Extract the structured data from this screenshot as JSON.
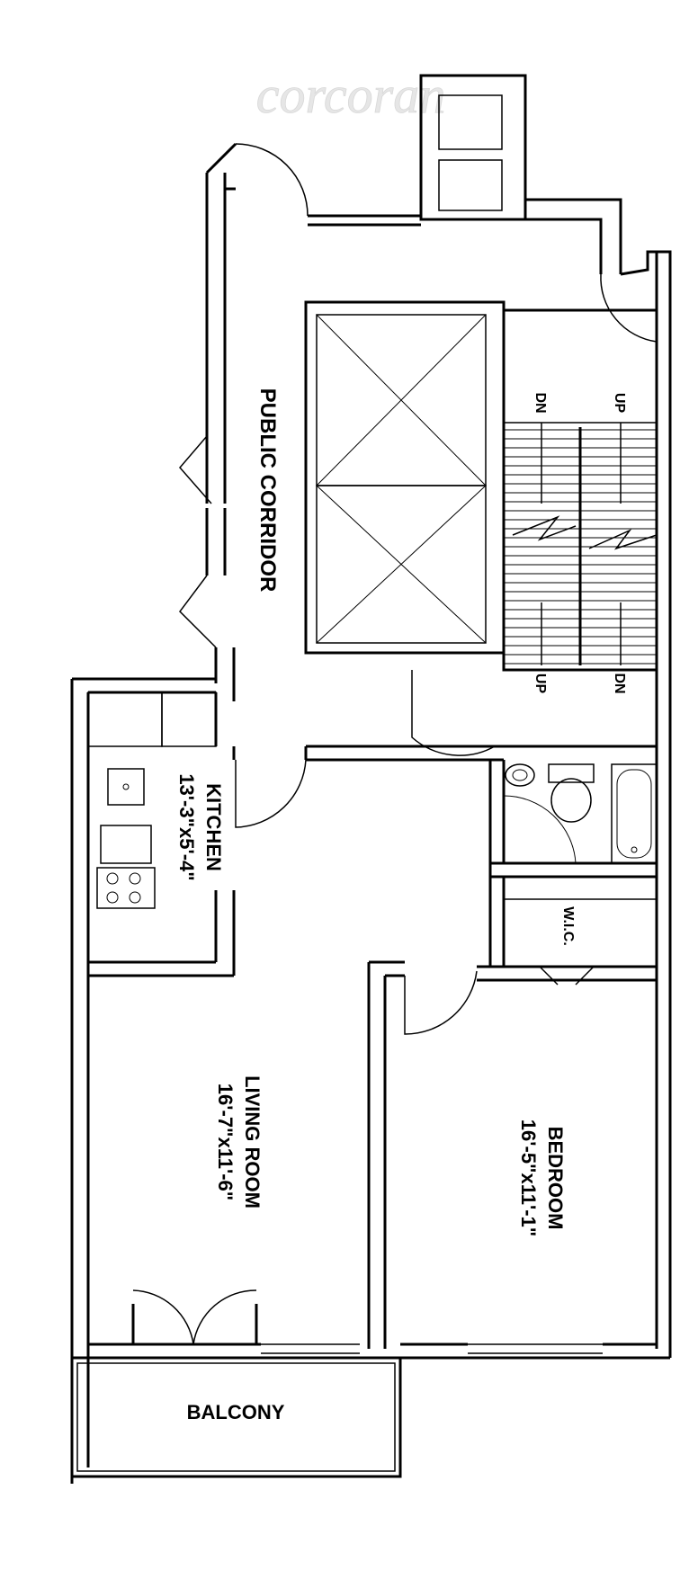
{
  "watermark": {
    "text": "corcoran"
  },
  "rooms": {
    "public_corridor": {
      "name": "PUBLIC CORRIDOR"
    },
    "kitchen": {
      "name": "KITCHEN",
      "size": "13'-3\"x5'-4\""
    },
    "living_room": {
      "name": "LIVING ROOM",
      "size": "16'-7\"x11'-6\""
    },
    "bedroom": {
      "name": "BEDROOM",
      "size": "16'-5\"x11'-1\""
    },
    "wic": {
      "name": "W.I.C."
    },
    "balcony": {
      "name": "BALCONY"
    }
  },
  "stairs": {
    "label_dn_top": "DN",
    "label_up_top": "UP",
    "label_up_bottom": "UP",
    "label_dn_bottom": "DN"
  },
  "colors": {
    "line": "#000000",
    "watermark": "#e6e6e6",
    "background": "#ffffff"
  }
}
